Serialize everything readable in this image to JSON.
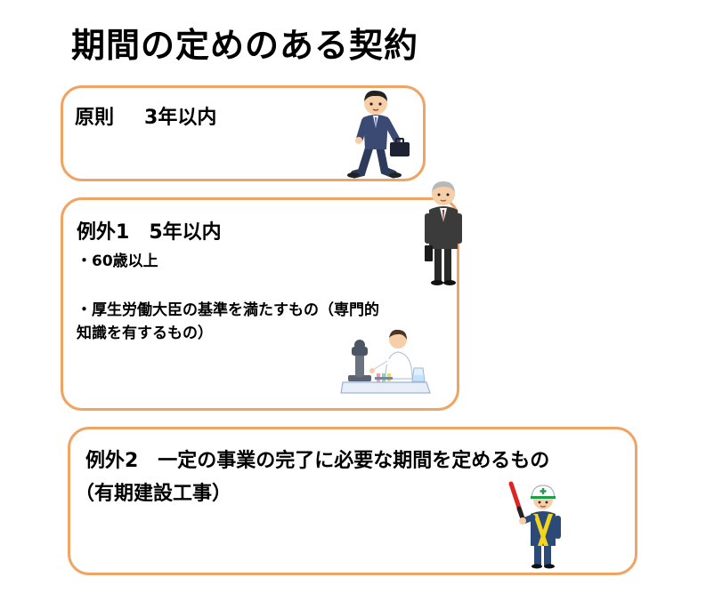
{
  "title": "期間の定めのある契約",
  "principle": {
    "label": "原則",
    "value": "3年以内"
  },
  "exception1": {
    "label": "例外1",
    "value": "5年以内",
    "items": [
      "・60歳以上",
      "・厚生労働大臣の基準を満たすもの（専門的",
      "知識を有するもの）"
    ]
  },
  "exception2": {
    "line1": "例外2　一定の事業の完了に必要な期間を定めるもの",
    "line2": "（有期建設工事）"
  },
  "colors": {
    "box_border": "#f0a463",
    "text": "#000000"
  },
  "icons": [
    "businessman-walking-icon",
    "senior-businessman-icon",
    "scientist-microscope-icon",
    "traffic-guard-icon"
  ]
}
